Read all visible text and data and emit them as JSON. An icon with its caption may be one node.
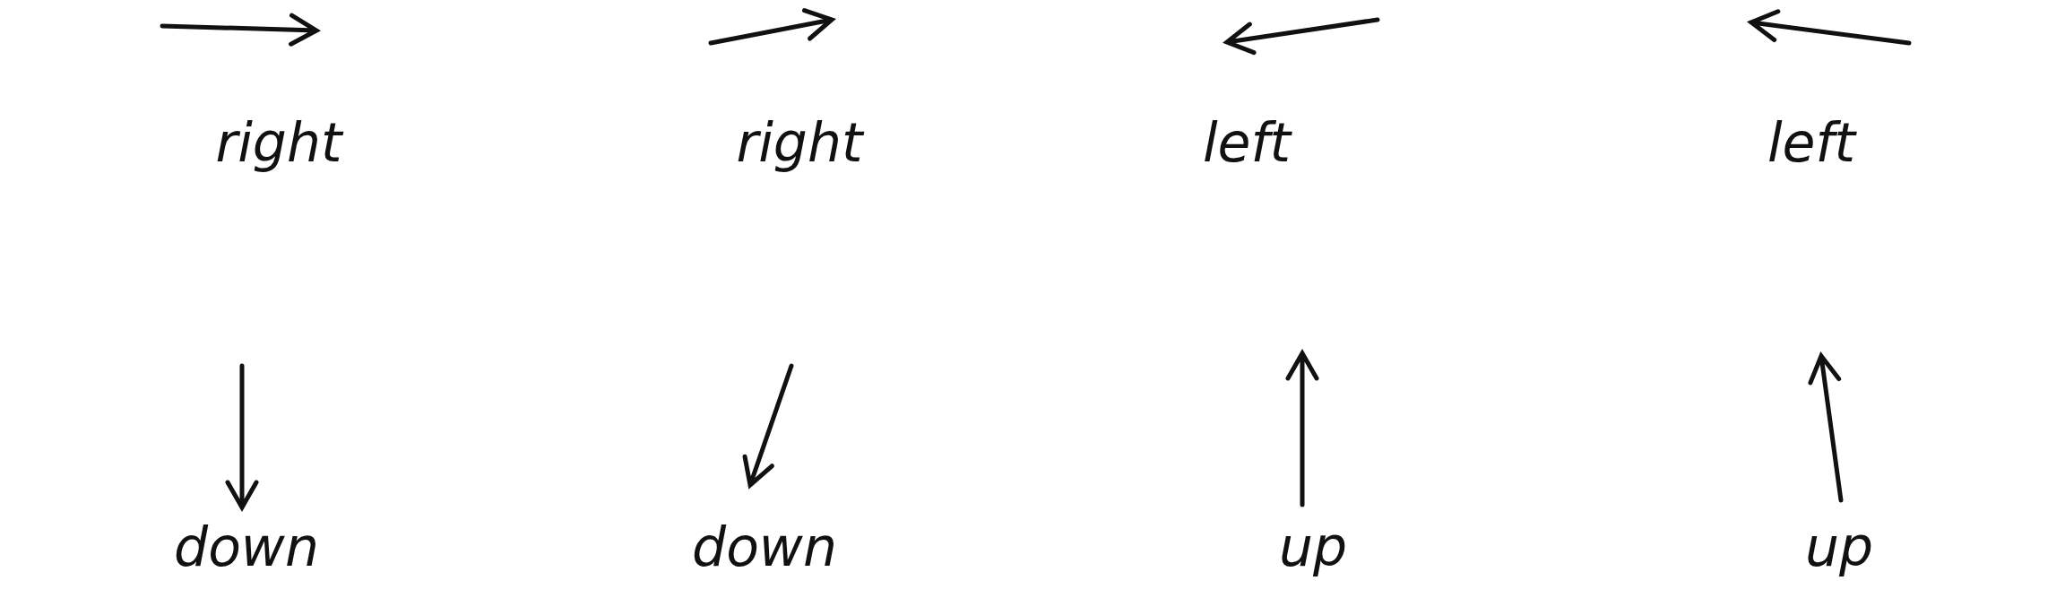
{
  "diagram": {
    "labels": [
      "right",
      "right",
      "left",
      "left",
      "down",
      "down",
      "up",
      "up"
    ]
  }
}
